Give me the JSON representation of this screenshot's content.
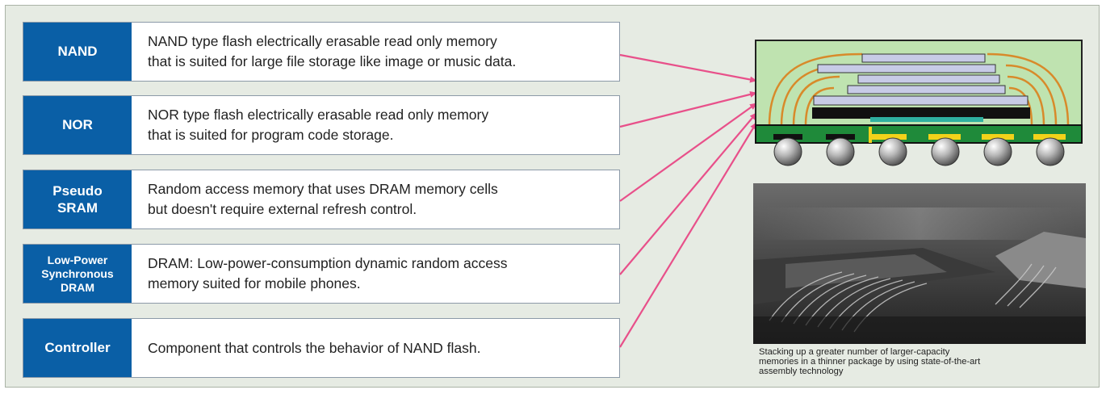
{
  "items": [
    {
      "label": "NAND",
      "description": "NAND type flash electrically erasable read only memory\nthat is suited for large file storage like image or music data."
    },
    {
      "label": "NOR",
      "description": "NOR type flash electrically erasable read only memory\nthat is suited for program code storage."
    },
    {
      "label": "Pseudo\nSRAM",
      "description": "Random access memory that uses DRAM memory cells\nbut doesn't require external refresh control."
    },
    {
      "label": "Low-Power\nSynchronous\nDRAM",
      "description": "DRAM: Low-power-consumption dynamic random access\nmemory suited for mobile phones."
    },
    {
      "label": "Controller",
      "description": "Component that controls the behavior of NAND flash."
    }
  ],
  "caption": "Stacking up a greater number of larger-capacity\nmemories in a thinner package by using state-of-the-art\nassembly technology",
  "colors": {
    "label_bg": "#0a5fa6",
    "arrow": "#e8508a",
    "package_mold": "#bfe3b0",
    "die": "#c7cbe6",
    "substrate": "#1f8a3a",
    "wire": "#d88a2a",
    "solder_ball": "#9a9a9a"
  }
}
